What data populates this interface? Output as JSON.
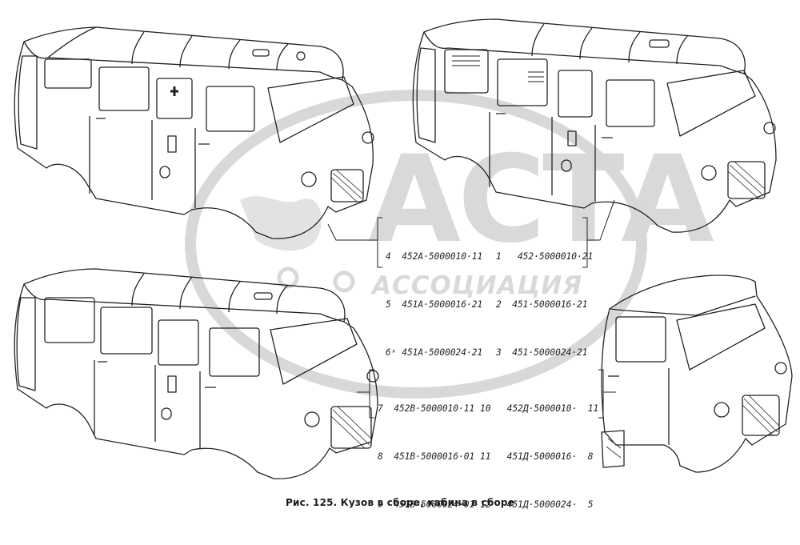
{
  "caption": "Рис. 125. Кузов в сборе, кабина в сборе",
  "watermark": {
    "text_big": "АСТА",
    "text_small": "АССОЦИАЦИЯ"
  },
  "top_codes": {
    "left": [
      "4  452А·5000010·11",
      "5  451А·5000016·21",
      "6ˣ 451А·5000024·21"
    ],
    "right": [
      "1   452·5000010·21",
      "2  451·5000016·21",
      "3  451·5000024·21"
    ]
  },
  "bottom_codes": {
    "left": [
      "7  452В·5000010·11",
      "8  451В·5000016·01",
      "9  451В·5000024·01"
    ],
    "right": [
      "10   452Д·5000010·  11",
      "11   451Д·5000016·  8",
      "12   451Д·5000024·  5"
    ]
  }
}
